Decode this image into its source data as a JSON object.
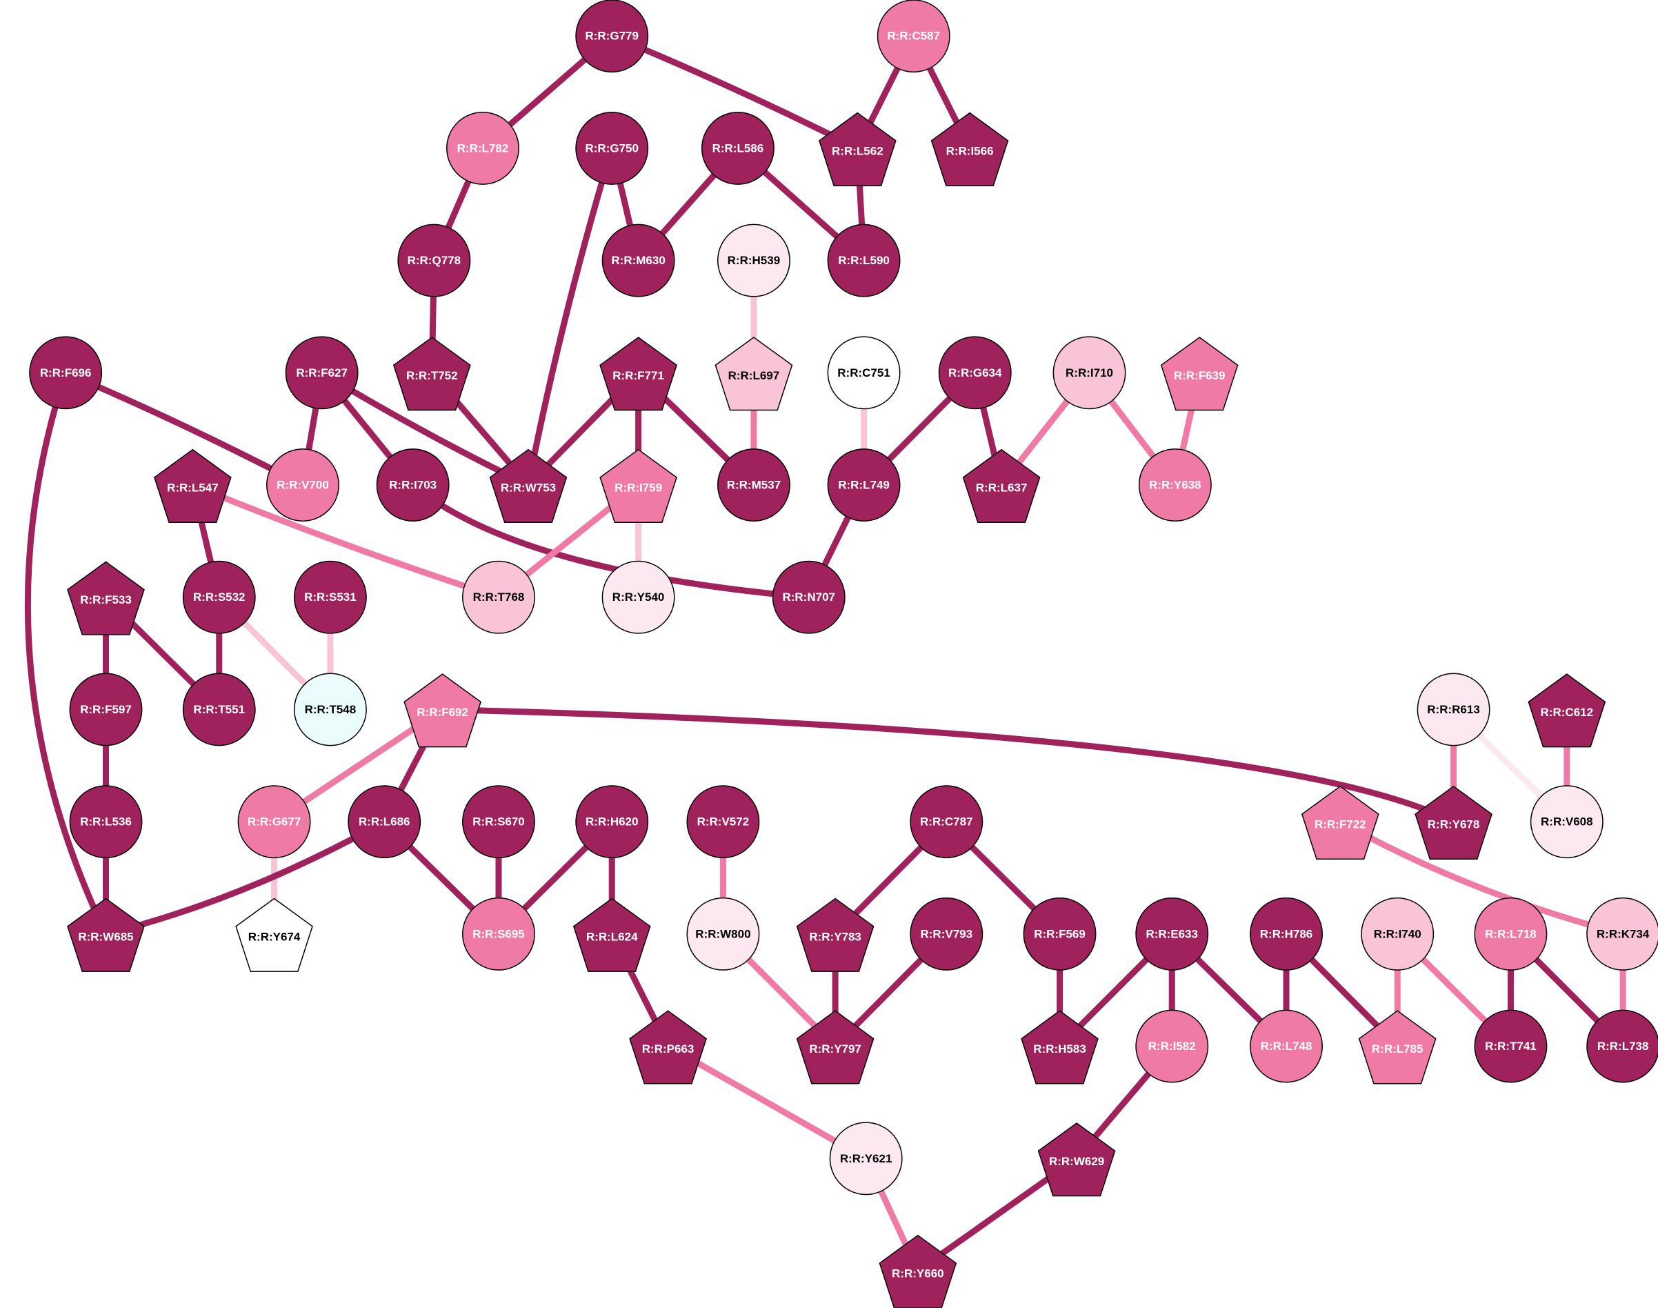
{
  "palette": {
    "dark": "#a0225c",
    "mid": "#ef7aa6",
    "light": "#f9c4d8",
    "pale": "#fce8f0",
    "white": "#ffffff",
    "cyan": "#eafcfb"
  },
  "nodes": [
    {
      "id": "R:R:G779",
      "shape": "circle",
      "fill": "dark"
    },
    {
      "id": "R:R:C587",
      "shape": "circle",
      "fill": "mid"
    },
    {
      "id": "R:R:L782",
      "shape": "circle",
      "fill": "mid"
    },
    {
      "id": "R:R:G750",
      "shape": "circle",
      "fill": "dark"
    },
    {
      "id": "R:R:L586",
      "shape": "circle",
      "fill": "dark"
    },
    {
      "id": "R:R:L562",
      "shape": "pentagon",
      "fill": "dark"
    },
    {
      "id": "R:R:I566",
      "shape": "pentagon",
      "fill": "dark"
    },
    {
      "id": "R:R:Q778",
      "shape": "circle",
      "fill": "dark"
    },
    {
      "id": "R:R:M630",
      "shape": "circle",
      "fill": "dark"
    },
    {
      "id": "R:R:H539",
      "shape": "circle",
      "fill": "pale"
    },
    {
      "id": "R:R:L590",
      "shape": "circle",
      "fill": "dark"
    },
    {
      "id": "R:R:F696",
      "shape": "circle",
      "fill": "dark"
    },
    {
      "id": "R:R:F627",
      "shape": "circle",
      "fill": "dark"
    },
    {
      "id": "R:R:T752",
      "shape": "pentagon",
      "fill": "dark"
    },
    {
      "id": "R:R:F771",
      "shape": "pentagon",
      "fill": "dark"
    },
    {
      "id": "R:R:L697",
      "shape": "pentagon",
      "fill": "light"
    },
    {
      "id": "R:R:C751",
      "shape": "circle",
      "fill": "white"
    },
    {
      "id": "R:R:G634",
      "shape": "circle",
      "fill": "dark"
    },
    {
      "id": "R:R:I710",
      "shape": "circle",
      "fill": "light"
    },
    {
      "id": "R:R:F639",
      "shape": "pentagon",
      "fill": "mid"
    },
    {
      "id": "R:R:L547",
      "shape": "pentagon",
      "fill": "dark"
    },
    {
      "id": "R:R:V700",
      "shape": "circle",
      "fill": "mid"
    },
    {
      "id": "R:R:I703",
      "shape": "circle",
      "fill": "dark"
    },
    {
      "id": "R:R:W753",
      "shape": "pentagon",
      "fill": "dark"
    },
    {
      "id": "R:R:I759",
      "shape": "pentagon",
      "fill": "mid"
    },
    {
      "id": "R:R:M537",
      "shape": "circle",
      "fill": "dark"
    },
    {
      "id": "R:R:L749",
      "shape": "circle",
      "fill": "dark"
    },
    {
      "id": "R:R:L637",
      "shape": "pentagon",
      "fill": "dark"
    },
    {
      "id": "R:R:Y638",
      "shape": "circle",
      "fill": "mid"
    },
    {
      "id": "R:R:F533",
      "shape": "pentagon",
      "fill": "dark"
    },
    {
      "id": "R:R:S532",
      "shape": "circle",
      "fill": "dark"
    },
    {
      "id": "R:R:S531",
      "shape": "circle",
      "fill": "dark"
    },
    {
      "id": "R:R:T768",
      "shape": "circle",
      "fill": "light"
    },
    {
      "id": "R:R:Y540",
      "shape": "circle",
      "fill": "pale"
    },
    {
      "id": "R:R:N707",
      "shape": "circle",
      "fill": "dark"
    },
    {
      "id": "R:R:F597",
      "shape": "circle",
      "fill": "dark"
    },
    {
      "id": "R:R:T551",
      "shape": "circle",
      "fill": "dark"
    },
    {
      "id": "R:R:T548",
      "shape": "circle",
      "fill": "cyan"
    },
    {
      "id": "R:R:F692",
      "shape": "pentagon",
      "fill": "mid"
    },
    {
      "id": "R:R:R613",
      "shape": "circle",
      "fill": "pale"
    },
    {
      "id": "R:R:C612",
      "shape": "pentagon",
      "fill": "dark"
    },
    {
      "id": "R:R:L536",
      "shape": "circle",
      "fill": "dark"
    },
    {
      "id": "R:R:G677",
      "shape": "circle",
      "fill": "mid"
    },
    {
      "id": "R:R:L686",
      "shape": "circle",
      "fill": "dark"
    },
    {
      "id": "R:R:S670",
      "shape": "circle",
      "fill": "dark"
    },
    {
      "id": "R:R:H620",
      "shape": "circle",
      "fill": "dark"
    },
    {
      "id": "R:R:V572",
      "shape": "circle",
      "fill": "dark"
    },
    {
      "id": "R:R:C787",
      "shape": "circle",
      "fill": "dark"
    },
    {
      "id": "R:R:F722",
      "shape": "pentagon",
      "fill": "mid"
    },
    {
      "id": "R:R:Y678",
      "shape": "pentagon",
      "fill": "dark"
    },
    {
      "id": "R:R:V608",
      "shape": "circle",
      "fill": "pale"
    },
    {
      "id": "R:R:W685",
      "shape": "pentagon",
      "fill": "dark"
    },
    {
      "id": "R:R:Y674",
      "shape": "pentagon",
      "fill": "white"
    },
    {
      "id": "R:R:S695",
      "shape": "circle",
      "fill": "mid"
    },
    {
      "id": "R:R:L624",
      "shape": "pentagon",
      "fill": "dark"
    },
    {
      "id": "R:R:W800",
      "shape": "circle",
      "fill": "pale"
    },
    {
      "id": "R:R:Y783",
      "shape": "pentagon",
      "fill": "dark"
    },
    {
      "id": "R:R:V793",
      "shape": "circle",
      "fill": "dark"
    },
    {
      "id": "R:R:F569",
      "shape": "circle",
      "fill": "dark"
    },
    {
      "id": "R:R:E633",
      "shape": "circle",
      "fill": "dark"
    },
    {
      "id": "R:R:H786",
      "shape": "circle",
      "fill": "dark"
    },
    {
      "id": "R:R:I740",
      "shape": "circle",
      "fill": "light"
    },
    {
      "id": "R:R:L718",
      "shape": "circle",
      "fill": "mid"
    },
    {
      "id": "R:R:K734",
      "shape": "circle",
      "fill": "light"
    },
    {
      "id": "R:R:P663",
      "shape": "pentagon",
      "fill": "dark"
    },
    {
      "id": "R:R:Y797",
      "shape": "pentagon",
      "fill": "dark"
    },
    {
      "id": "R:R:H583",
      "shape": "pentagon",
      "fill": "dark"
    },
    {
      "id": "R:R:I582",
      "shape": "circle",
      "fill": "mid"
    },
    {
      "id": "R:R:L748",
      "shape": "circle",
      "fill": "mid"
    },
    {
      "id": "R:R:L785",
      "shape": "pentagon",
      "fill": "mid"
    },
    {
      "id": "R:R:T741",
      "shape": "circle",
      "fill": "dark"
    },
    {
      "id": "R:R:L738",
      "shape": "circle",
      "fill": "dark"
    },
    {
      "id": "R:R:Y621",
      "shape": "circle",
      "fill": "pale"
    },
    {
      "id": "R:R:W629",
      "shape": "pentagon",
      "fill": "dark"
    },
    {
      "id": "R:R:Y660",
      "shape": "pentagon",
      "fill": "dark"
    }
  ],
  "edges": [
    {
      "from": "R:R:G779",
      "to": "R:R:L782",
      "color": "dark"
    },
    {
      "from": "R:R:G779",
      "to": "R:R:L562",
      "color": "dark"
    },
    {
      "from": "R:R:C587",
      "to": "R:R:L562",
      "color": "dark"
    },
    {
      "from": "R:R:C587",
      "to": "R:R:I566",
      "color": "dark"
    },
    {
      "from": "R:R:L782",
      "to": "R:R:Q778",
      "color": "dark"
    },
    {
      "from": "R:R:G750",
      "to": "R:R:M630",
      "color": "dark"
    },
    {
      "from": "R:R:G750",
      "to": "R:R:W753",
      "color": "dark"
    },
    {
      "from": "R:R:L586",
      "to": "R:R:M630",
      "color": "dark"
    },
    {
      "from": "R:R:L586",
      "to": "R:R:L590",
      "color": "dark"
    },
    {
      "from": "R:R:L562",
      "to": "R:R:L590",
      "color": "dark"
    },
    {
      "from": "R:R:Q778",
      "to": "R:R:T752",
      "color": "dark"
    },
    {
      "from": "R:R:H539",
      "to": "R:R:L697",
      "color": "light"
    },
    {
      "from": "R:R:L697",
      "to": "R:R:M537",
      "color": "mid"
    },
    {
      "from": "R:R:T752",
      "to": "R:R:W753",
      "color": "dark"
    },
    {
      "from": "R:R:F627",
      "to": "R:R:V700",
      "color": "dark"
    },
    {
      "from": "R:R:F627",
      "to": "R:R:I703",
      "color": "dark"
    },
    {
      "from": "R:R:F627",
      "to": "R:R:W753",
      "color": "dark"
    },
    {
      "from": "R:R:F696",
      "to": "R:R:V700",
      "color": "dark"
    },
    {
      "from": "R:R:F696",
      "to": "R:R:W685",
      "color": "dark"
    },
    {
      "from": "R:R:F771",
      "to": "R:R:W753",
      "color": "dark"
    },
    {
      "from": "R:R:F771",
      "to": "R:R:I759",
      "color": "dark"
    },
    {
      "from": "R:R:F771",
      "to": "R:R:M537",
      "color": "dark"
    },
    {
      "from": "R:R:C751",
      "to": "R:R:L749",
      "color": "light"
    },
    {
      "from": "R:R:G634",
      "to": "R:R:L749",
      "color": "dark"
    },
    {
      "from": "R:R:G634",
      "to": "R:R:L637",
      "color": "dark"
    },
    {
      "from": "R:R:I710",
      "to": "R:R:L637",
      "color": "mid"
    },
    {
      "from": "R:R:I710",
      "to": "R:R:Y638",
      "color": "mid"
    },
    {
      "from": "R:R:F639",
      "to": "R:R:Y638",
      "color": "mid"
    },
    {
      "from": "R:R:L749",
      "to": "R:R:N707",
      "color": "dark"
    },
    {
      "from": "R:R:I703",
      "to": "R:R:N707",
      "color": "dark"
    },
    {
      "from": "R:R:L547",
      "to": "R:R:S532",
      "color": "dark"
    },
    {
      "from": "R:R:L547",
      "to": "R:R:T768",
      "color": "mid"
    },
    {
      "from": "R:R:I759",
      "to": "R:R:T768",
      "color": "mid"
    },
    {
      "from": "R:R:I759",
      "to": "R:R:Y540",
      "color": "light"
    },
    {
      "from": "R:R:F533",
      "to": "R:R:F597",
      "color": "dark"
    },
    {
      "from": "R:R:F533",
      "to": "R:R:T551",
      "color": "dark"
    },
    {
      "from": "R:R:S532",
      "to": "R:R:T551",
      "color": "dark"
    },
    {
      "from": "R:R:S532",
      "to": "R:R:T548",
      "color": "light"
    },
    {
      "from": "R:R:S531",
      "to": "R:R:T548",
      "color": "light"
    },
    {
      "from": "R:R:F597",
      "to": "R:R:L536",
      "color": "dark"
    },
    {
      "from": "R:R:L536",
      "to": "R:R:W685",
      "color": "dark"
    },
    {
      "from": "R:R:F692",
      "to": "R:R:G677",
      "color": "mid"
    },
    {
      "from": "R:R:F692",
      "to": "R:R:L686",
      "color": "dark"
    },
    {
      "from": "R:R:F692",
      "to": "R:R:Y678",
      "color": "dark"
    },
    {
      "from": "R:R:R613",
      "to": "R:R:Y678",
      "color": "mid"
    },
    {
      "from": "R:R:R613",
      "to": "R:R:V608",
      "color": "pale"
    },
    {
      "from": "R:R:C612",
      "to": "R:R:V608",
      "color": "mid"
    },
    {
      "from": "R:R:G677",
      "to": "R:R:Y674",
      "color": "light"
    },
    {
      "from": "R:R:L686",
      "to": "R:R:W685",
      "color": "dark"
    },
    {
      "from": "R:R:L686",
      "to": "R:R:S695",
      "color": "dark"
    },
    {
      "from": "R:R:S670",
      "to": "R:R:S695",
      "color": "dark"
    },
    {
      "from": "R:R:H620",
      "to": "R:R:S695",
      "color": "dark"
    },
    {
      "from": "R:R:H620",
      "to": "R:R:L624",
      "color": "dark"
    },
    {
      "from": "R:R:L624",
      "to": "R:R:P663",
      "color": "dark"
    },
    {
      "from": "R:R:P663",
      "to": "R:R:Y621",
      "color": "mid"
    },
    {
      "from": "R:R:Y621",
      "to": "R:R:Y660",
      "color": "mid"
    },
    {
      "from": "R:R:V572",
      "to": "R:R:W800",
      "color": "mid"
    },
    {
      "from": "R:R:W800",
      "to": "R:R:Y797",
      "color": "mid"
    },
    {
      "from": "R:R:C787",
      "to": "R:R:Y783",
      "color": "dark"
    },
    {
      "from": "R:R:C787",
      "to": "R:R:F569",
      "color": "dark"
    },
    {
      "from": "R:R:Y783",
      "to": "R:R:Y797",
      "color": "dark"
    },
    {
      "from": "R:R:V793",
      "to": "R:R:Y797",
      "color": "dark"
    },
    {
      "from": "R:R:F569",
      "to": "R:R:H583",
      "color": "dark"
    },
    {
      "from": "R:R:E633",
      "to": "R:R:H583",
      "color": "dark"
    },
    {
      "from": "R:R:E633",
      "to": "R:R:I582",
      "color": "dark"
    },
    {
      "from": "R:R:E633",
      "to": "R:R:L748",
      "color": "dark"
    },
    {
      "from": "R:R:I582",
      "to": "R:R:W629",
      "color": "dark"
    },
    {
      "from": "R:R:W629",
      "to": "R:R:Y660",
      "color": "dark"
    },
    {
      "from": "R:R:H786",
      "to": "R:R:L748",
      "color": "dark"
    },
    {
      "from": "R:R:H786",
      "to": "R:R:L785",
      "color": "dark"
    },
    {
      "from": "R:R:I740",
      "to": "R:R:L785",
      "color": "mid"
    },
    {
      "from": "R:R:I740",
      "to": "R:R:T741",
      "color": "mid"
    },
    {
      "from": "R:R:L718",
      "to": "R:R:T741",
      "color": "dark"
    },
    {
      "from": "R:R:L718",
      "to": "R:R:L738",
      "color": "dark"
    },
    {
      "from": "R:R:K734",
      "to": "R:R:L738",
      "color": "mid"
    },
    {
      "from": "R:R:F722",
      "to": "R:R:K734",
      "color": "mid"
    }
  ]
}
